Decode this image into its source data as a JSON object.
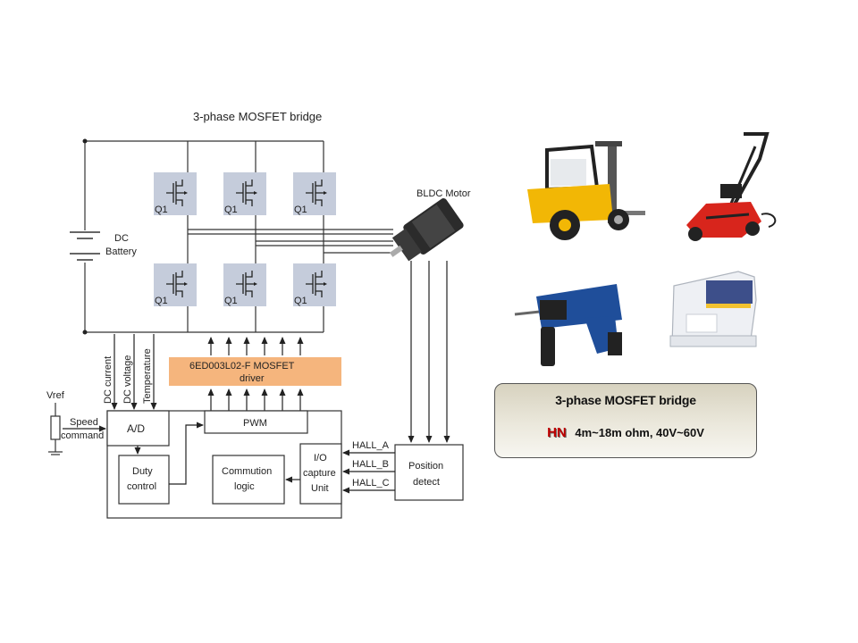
{
  "diagram": {
    "title": "3-phase MOSFET bridge",
    "battery_label_1": "DC",
    "battery_label_2": "Battery",
    "motor_label": "BLDC Motor",
    "mosfet_labels": [
      "Q1",
      "Q1",
      "Q1",
      "Q1",
      "Q1",
      "Q1"
    ],
    "driver_label_1": "6ED003L02-F MOSFET",
    "driver_label_2": "driver",
    "sense_labels": [
      "DC current",
      "DC voltage",
      "Temperature"
    ],
    "vref_label": "Vref",
    "speed_label_1": "Speed",
    "speed_label_2": "command",
    "ad_label": "A/D",
    "pwm_label": "PWM",
    "duty_label_1": "Duty",
    "duty_label_2": "control",
    "commution_label_1": "Commution",
    "commution_label_2": "logic",
    "io_label_1": "I/O",
    "io_label_2": "capture",
    "io_label_3": "Unit",
    "hall_labels": [
      "HALL_A",
      "HALL_B",
      "HALL_C"
    ],
    "position_label_1": "Position",
    "position_label_2": "detect"
  },
  "spec_card": {
    "title": "3-phase MOSFET bridge",
    "brand": "HN",
    "spec": "4m~18m ohm, 40V~60V"
  },
  "colors": {
    "mosfet_bg": "#c5ccdb",
    "driver_bg": "#f5b57d",
    "brand_red": "#c00000",
    "forklift_yellow": "#f2b705",
    "mower_red": "#d8251c",
    "drill_blue": "#1f4e9a"
  },
  "icons": [
    "forklift-icon",
    "lawn-mower-icon",
    "hammer-drill-icon",
    "sewing-machine-icon"
  ]
}
